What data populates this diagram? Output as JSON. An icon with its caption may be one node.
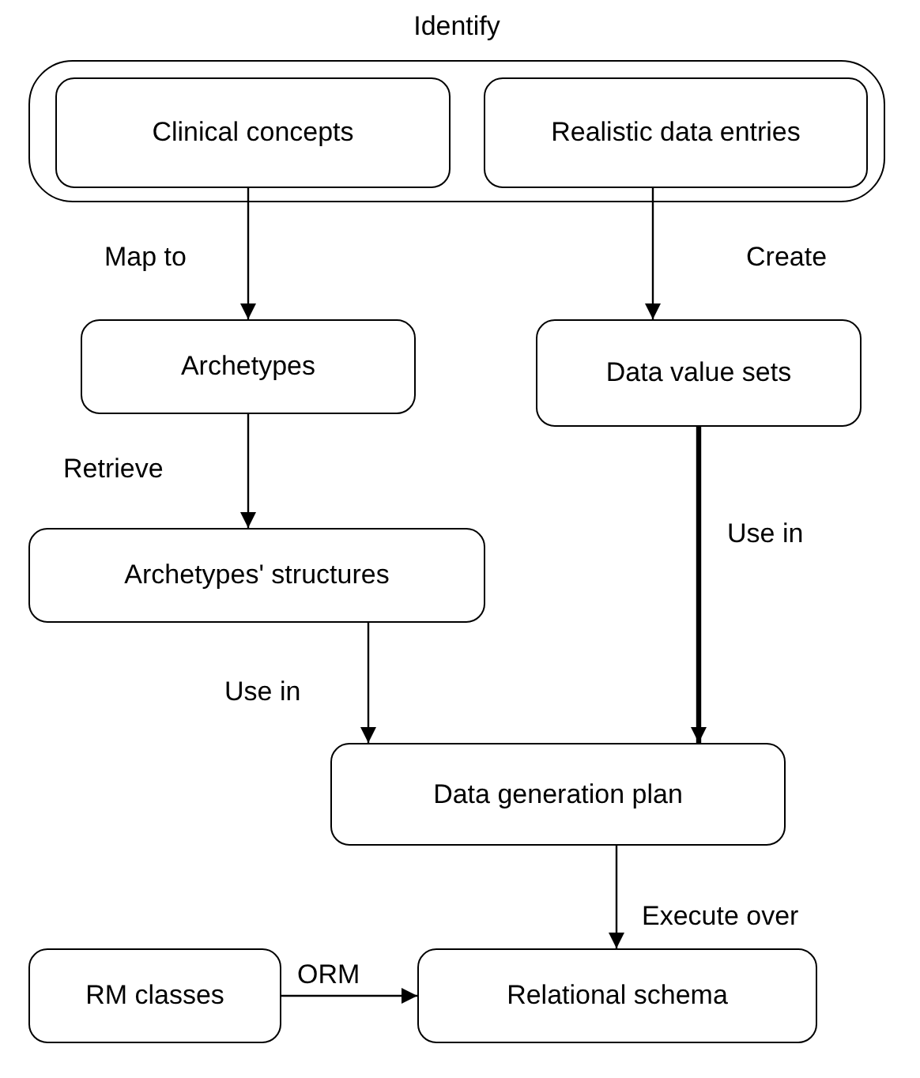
{
  "diagram": {
    "nodes": [
      {
        "text": [
          "Identify"
        ]
      },
      {
        "text": [
          "Clinical concepts"
        ],
        "in": 0
      },
      {
        "text": [
          "Realistic data entries"
        ],
        "in": 0
      },
      {
        "text": [
          "Archetypes"
        ]
      },
      {
        "text": [
          "Data value sets"
        ]
      },
      {
        "text": [
          "Archetypes' structures"
        ]
      },
      {
        "text": [
          "Data generation plan"
        ]
      },
      {
        "text": [
          "RM classes"
        ]
      },
      {
        "text": [
          "Relational schema"
        ]
      }
    ],
    "edges": [
      {
        "from": 1,
        "to": 3,
        "arrow": "to",
        "label": "Map to"
      },
      {
        "from": 2,
        "to": 4,
        "arrow": "to",
        "label": "Create"
      },
      {
        "from": 3,
        "to": 5,
        "arrow": "to",
        "label": "Retrieve"
      },
      {
        "from": 4,
        "to": 6,
        "arrow": "to",
        "label": "Use in",
        "style": "thick"
      },
      {
        "from": 5,
        "to": 6,
        "arrow": "to",
        "label": "Use in"
      },
      {
        "from": 6,
        "to": 8,
        "arrow": "to",
        "label": "Execute over"
      },
      {
        "from": 7,
        "to": 8,
        "arrow": "to",
        "label": "ORM"
      }
    ]
  }
}
